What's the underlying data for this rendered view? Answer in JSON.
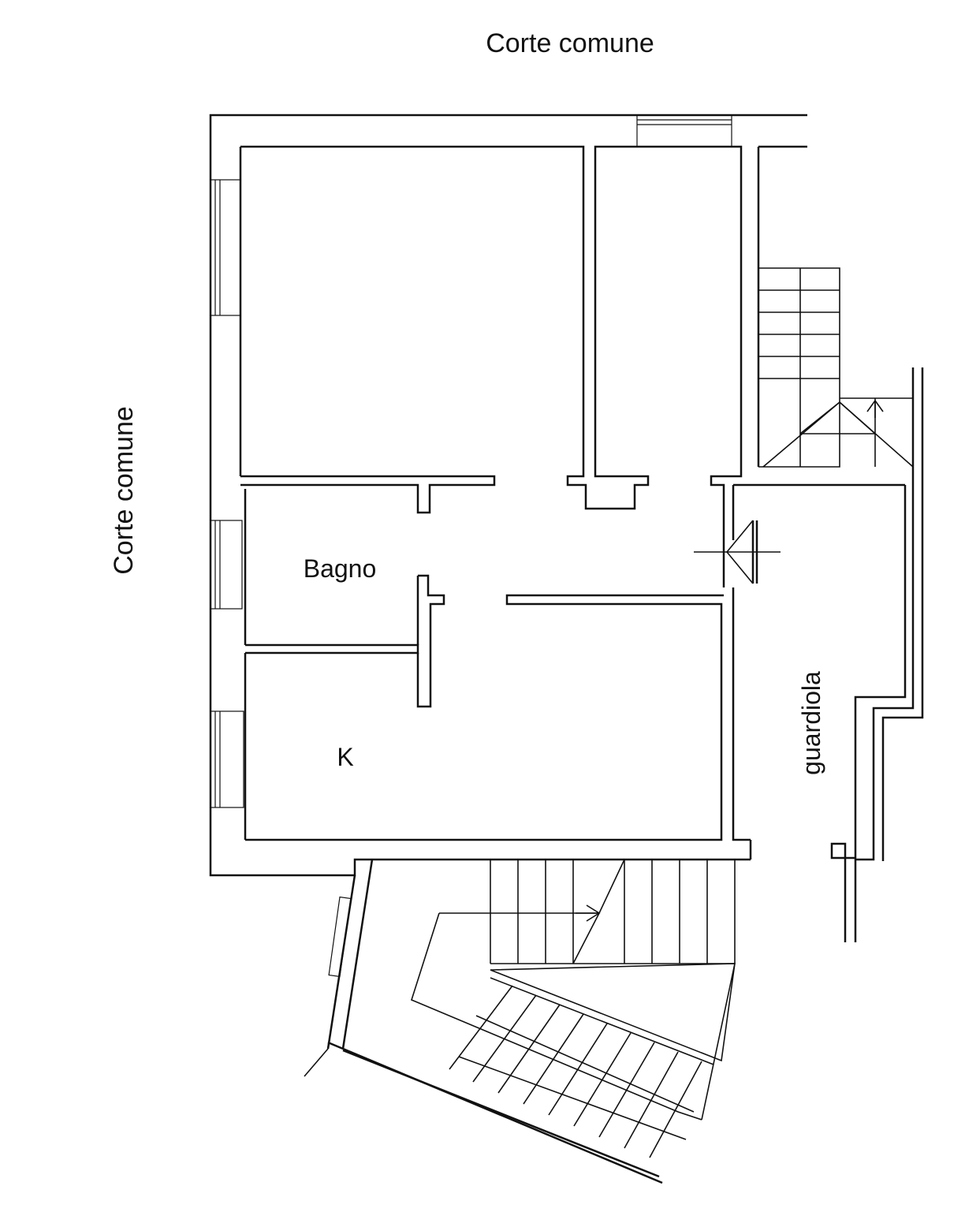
{
  "labels": {
    "top_courtyard": "Corte comune",
    "left_courtyard": "Corte comune",
    "bathroom": "Bagno",
    "kitchen": "K",
    "guardhouse": "guardiola"
  },
  "colors": {
    "ink": "#111111",
    "paper": "#ffffff"
  },
  "stair_arrows": [
    "up-arrow",
    "right-arrow"
  ]
}
